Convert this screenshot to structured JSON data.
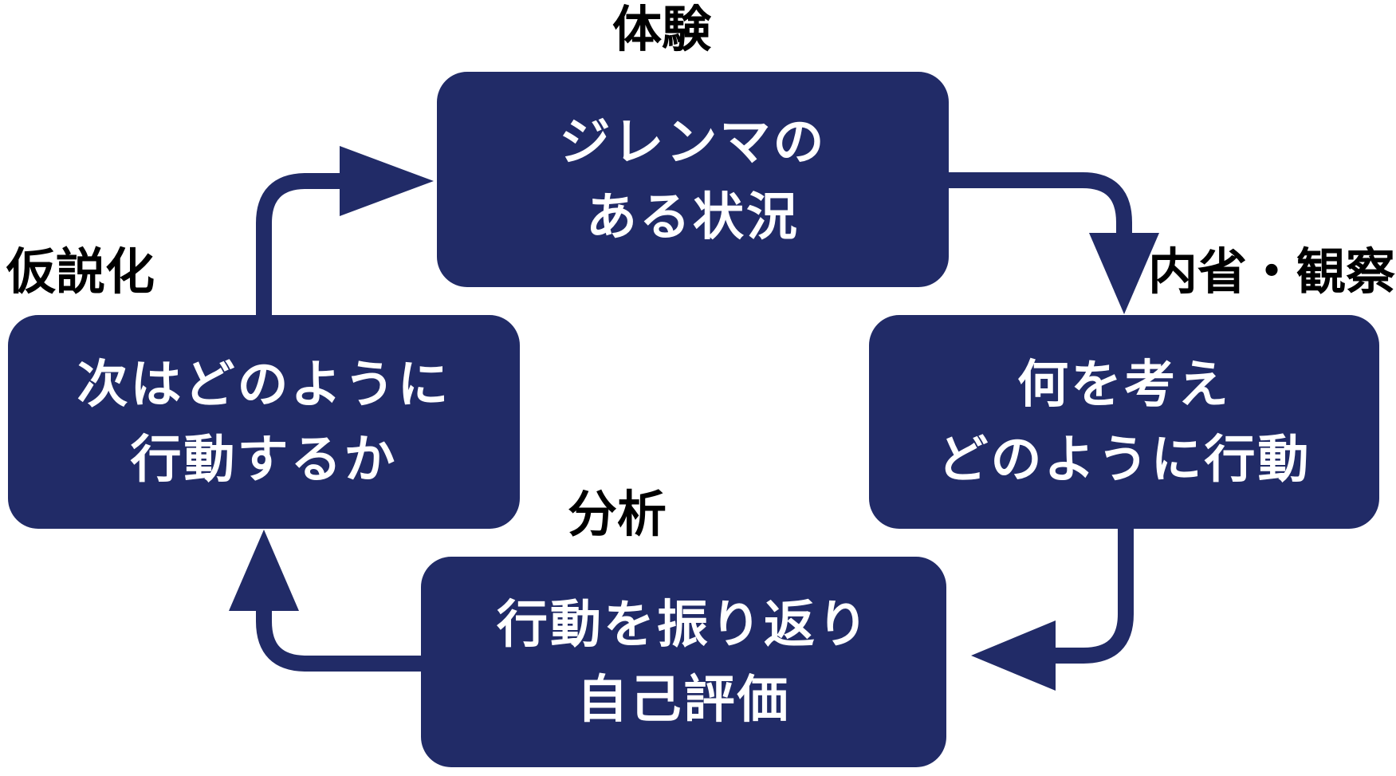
{
  "diagram": {
    "type": "cycle",
    "nodes": [
      {
        "id": "experience",
        "stage_label": "体験",
        "line1": "ジレンマの",
        "line2": "ある状況"
      },
      {
        "id": "reflection-observation",
        "stage_label": "内省・観察",
        "line1": "何を考え",
        "line2": "どのように行動"
      },
      {
        "id": "analysis",
        "stage_label": "分析",
        "line1": "行動を振り返り",
        "line2": "自己評価"
      },
      {
        "id": "hypothesis",
        "stage_label": "仮説化",
        "line1": "次はどのように",
        "line2": "行動するか"
      }
    ],
    "flow_order": [
      "体験",
      "内省・観察",
      "分析",
      "仮説化"
    ],
    "colors": {
      "box_fill": "#212b67",
      "arrow": "#212b67",
      "box_text": "#ffffff",
      "stage_label_text": "#000000",
      "background": "#ffffff"
    }
  }
}
